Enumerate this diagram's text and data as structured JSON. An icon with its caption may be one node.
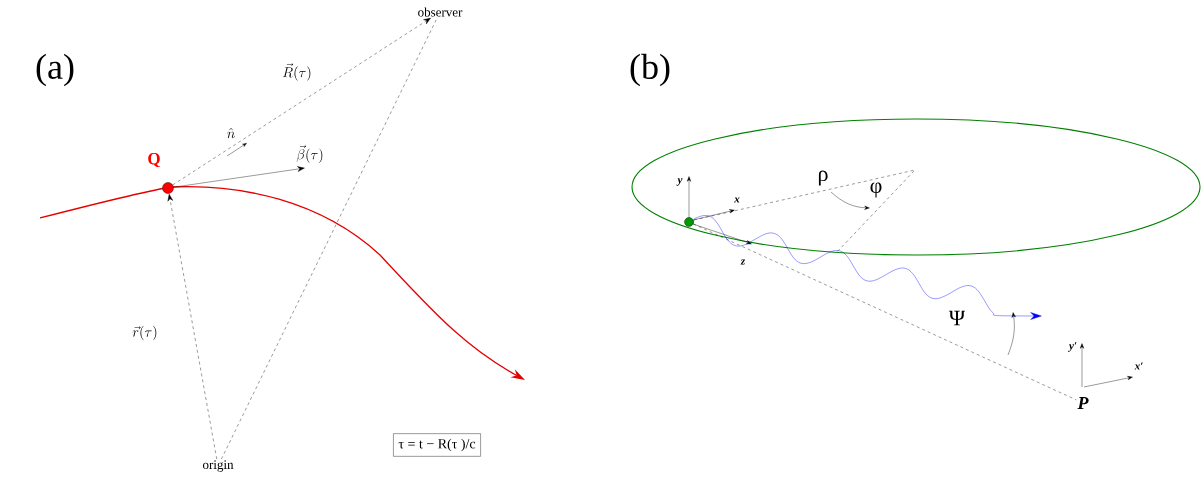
{
  "diagram": {
    "nodes": [
      {
        "text": [],
        "shape": "circle",
        "beside": [
          "Q"
        ]
      },
      {
        "text": [
          "observer"
        ]
      },
      {
        "text": [
          "origin"
        ]
      },
      {
        "text": [
          "τ = t − R(τ )/c"
        ]
      },
      {
        "text": [],
        "shape": "circle"
      },
      {
        "text": [
          "P"
        ]
      }
    ],
    "edges": [
      {
        "from": 2,
        "to": 0,
        "arrow": "to",
        "style": "dashed",
        "label": "\\vec{r}(\\tau)"
      },
      {
        "from": 0,
        "to": 1,
        "arrow": "to",
        "style": "dashed",
        "label": "\\vec{R}(\\tau)"
      },
      {
        "from": 2,
        "to": 1,
        "arrow": "none",
        "style": "dashed"
      },
      {
        "from": 0,
        "to": null,
        "arrow": "to",
        "label": "\\vec{\\beta}(\\tau)"
      },
      {
        "from": 4,
        "to": 5,
        "arrow": "none",
        "style": "dashed"
      },
      {
        "from": 4,
        "to": null,
        "arrow": "to",
        "color": "#0000ff"
      }
    ],
    "labels": [
      "(a)",
      "\\hat{n}",
      "(b)",
      "y",
      "x",
      "ρ",
      "φ",
      "z",
      "Ψ",
      "y′",
      "x′"
    ]
  }
}
